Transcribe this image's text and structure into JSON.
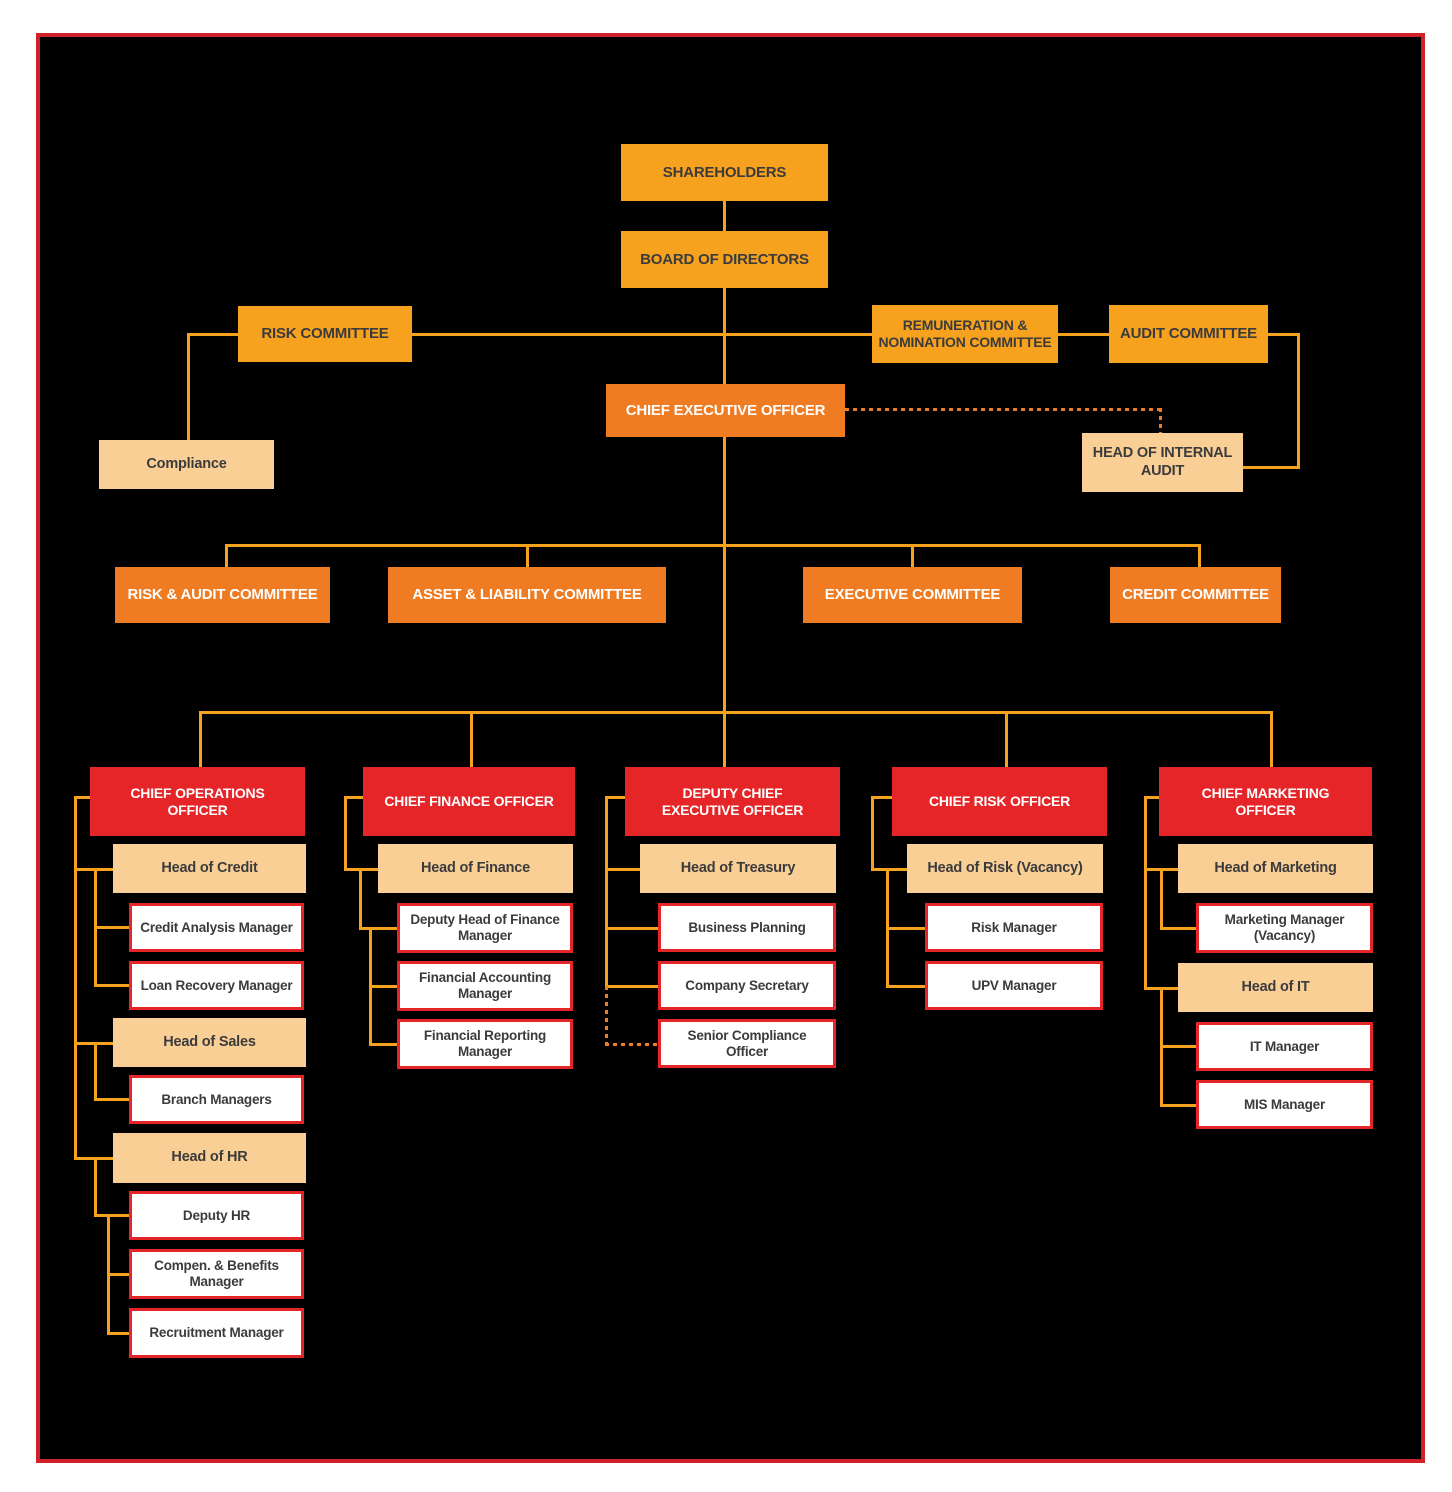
{
  "colors": {
    "page_background": "#ffffff",
    "panel_background": "#000000",
    "panel_border_red": "#cf2127",
    "box_orange": "#f6a21f",
    "box_dark_orange": "#ef7b23",
    "box_red": "#e52528",
    "box_tan": "#f9cf96",
    "box_white": "#ffffff",
    "line_orange": "#f6a21f",
    "dotted_line_orange": "#ee7d25",
    "text_dark": "#3b3b3c",
    "text_light": "#ffffff"
  },
  "nodes": {
    "shareholders": "SHAREHOLDERS",
    "board": "BOARD OF DIRECTORS",
    "risk_committee": "RISK COMMITTEE",
    "remuneration_committee": "REMUNERATION & NOMINATION COMMITTEE",
    "audit_committee": "AUDIT COMMITTEE",
    "ceo": "CHIEF EXECUTIVE OFFICER",
    "compliance": "Compliance",
    "head_internal_audit": "HEAD OF INTERNAL AUDIT"
  },
  "management_committees": {
    "risk_audit": "RISK & AUDIT COMMITTEE",
    "asset_liability": "ASSET & LIABILITY COMMITTEE",
    "executive": "EXECUTIVE COMMITTEE",
    "credit": "CREDIT COMMITTEE"
  },
  "divisions": {
    "operations": {
      "chief": "CHIEF OPERATIONS OFFICER",
      "groups": [
        {
          "head": "Head of Credit",
          "reports": [
            "Credit Analysis Manager",
            "Loan Recovery Manager"
          ]
        },
        {
          "head": "Head of Sales",
          "reports": [
            "Branch Managers"
          ]
        },
        {
          "head": "Head of HR",
          "reports": [
            "Deputy HR",
            "Compen. & Benefits Manager",
            "Recruitment Manager"
          ]
        }
      ]
    },
    "finance": {
      "chief": "CHIEF FINANCE OFFICER",
      "groups": [
        {
          "head": "Head of Finance",
          "reports": [
            "Deputy Head of Finance Manager",
            "Financial Accounting Manager",
            "Financial Reporting Manager"
          ]
        }
      ]
    },
    "deputy_ceo": {
      "chief": "DEPUTY CHIEF EXECUTIVE OFFICER",
      "groups": [
        {
          "head": "Head of Treasury",
          "reports": [
            "Business Planning",
            "Company Secretary",
            "Senior Compliance Officer"
          ]
        }
      ]
    },
    "risk": {
      "chief": "CHIEF RISK OFFICER",
      "groups": [
        {
          "head": "Head of Risk (Vacancy)",
          "reports": [
            "Risk Manager",
            "UPV Manager"
          ]
        }
      ]
    },
    "marketing": {
      "chief": "CHIEF MARKETING OFFICER",
      "groups": [
        {
          "head": "Head of Marketing",
          "reports": [
            "Marketing Manager (Vacancy)"
          ]
        },
        {
          "head": "Head of IT",
          "reports": [
            "IT Manager",
            "MIS Manager"
          ]
        }
      ]
    }
  }
}
